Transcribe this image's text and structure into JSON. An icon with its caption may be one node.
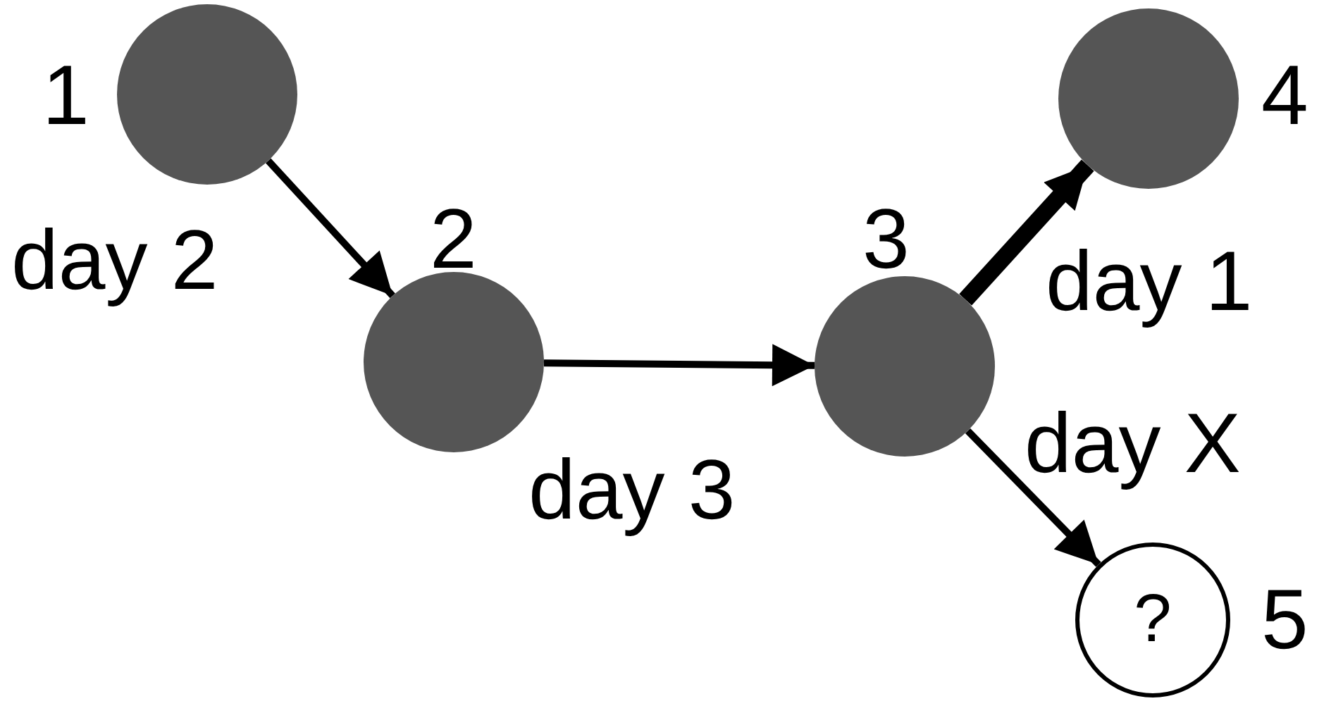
{
  "diagram": {
    "nodes": [
      {
        "text": [],
        "shape": "circle",
        "beside": [
          "1"
        ]
      },
      {
        "text": [],
        "shape": "circle",
        "beside": [
          "2"
        ]
      },
      {
        "text": [],
        "shape": "circle",
        "beside": [
          "3"
        ]
      },
      {
        "text": [],
        "shape": "circle",
        "beside": [
          "4"
        ]
      },
      {
        "text": [
          "?"
        ],
        "beside": [
          "5"
        ]
      }
    ],
    "edges": [
      {
        "from": 0,
        "to": 1,
        "arrow": "to",
        "label": "day 2"
      },
      {
        "from": 1,
        "to": 2,
        "arrow": "to",
        "label": "day 3"
      },
      {
        "from": 2,
        "to": 3,
        "arrow": "to",
        "label": "day 1",
        "style": "thick"
      },
      {
        "from": 2,
        "to": 4,
        "arrow": "to",
        "label": "day X"
      }
    ]
  }
}
